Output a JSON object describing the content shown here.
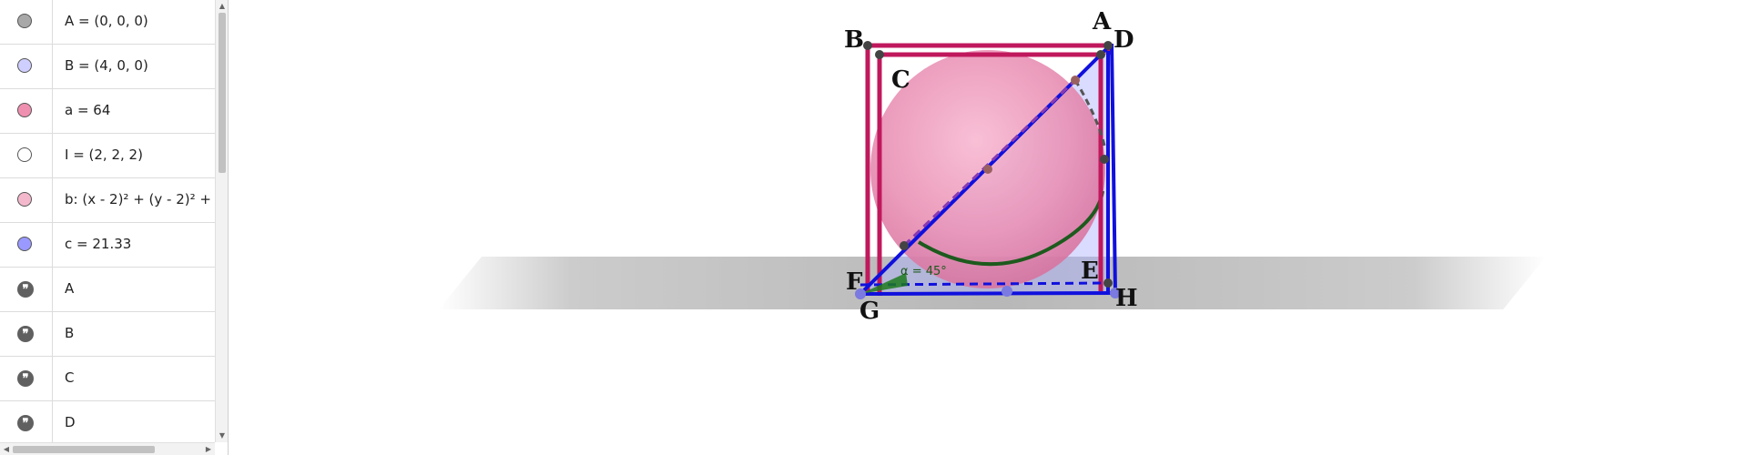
{
  "algebra": {
    "rows": [
      {
        "text": "A = (0, 0, 0)",
        "icon": "point-marker-icon",
        "color": "#a8a8a8"
      },
      {
        "text": "B = (4, 0, 0)",
        "icon": "point-marker-icon",
        "color": "#cfcfff"
      },
      {
        "text": "a = 64",
        "icon": "number-marker-icon",
        "color": "#f090b0"
      },
      {
        "text": "I = (2, 2, 2)",
        "icon": "point-marker-icon",
        "color": "#ffffff"
      },
      {
        "text": "b: (x - 2)² + (y - 2)² + (",
        "icon": "sphere-marker-icon",
        "color": "#f4b8cc"
      },
      {
        "text": "c = 21.33",
        "icon": "number-marker-icon",
        "color": "#9999ff"
      },
      {
        "text": "A",
        "icon": "quote-text-icon",
        "color": "#606060"
      },
      {
        "text": "B",
        "icon": "quote-text-icon",
        "color": "#606060"
      },
      {
        "text": "C",
        "icon": "quote-text-icon",
        "color": "#606060"
      },
      {
        "text": "D",
        "icon": "quote-text-icon",
        "color": "#606060"
      }
    ]
  },
  "view": {
    "labels": {
      "A": "A",
      "B": "B",
      "C": "C",
      "D": "D",
      "E": "E",
      "F": "F",
      "G": "G",
      "H": "H"
    },
    "angle_label": "α = 45°",
    "colors": {
      "cube_edges": "#c0185c",
      "pyramid_edges": "#1010dd",
      "sphere_fill": "#e87fa8",
      "arc": "#1d5a1d",
      "plane": "#bdbdbd"
    }
  }
}
